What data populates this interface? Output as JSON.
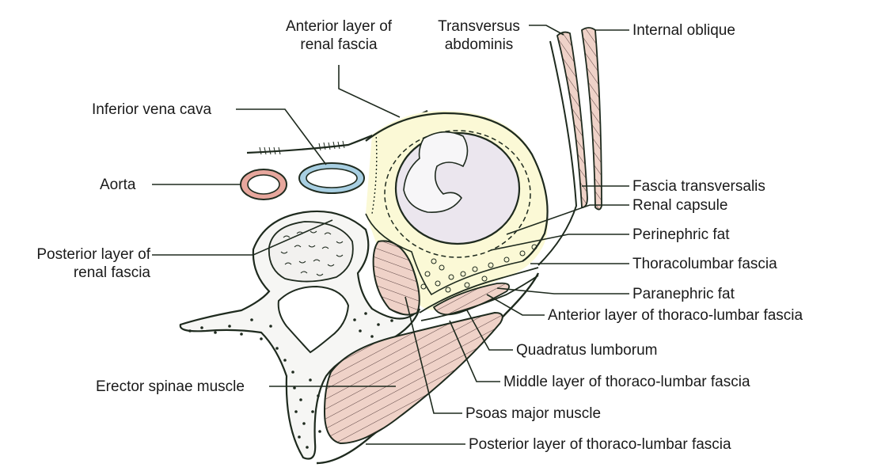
{
  "labels": {
    "anterior_renal_fascia": [
      "Anterior layer of",
      "renal fascia"
    ],
    "transversus": [
      "Transversus",
      "abdominis"
    ],
    "internal_oblique": "Internal oblique",
    "inferior_vena_cava": "Inferior vena cava",
    "aorta": "Aorta",
    "posterior_renal_fascia": [
      "Posterior layer of",
      "renal fascia"
    ],
    "erector_spinae": "Erector spinae muscle",
    "fascia_transversalis": "Fascia transversalis",
    "renal_capsule": "Renal capsule",
    "perinephric_fat": "Perinephric fat",
    "thoracolumbar_fascia": "Thoracolumbar fascia",
    "paranephric_fat": "Paranephric fat",
    "anterior_tl_fascia": "Anterior layer of thoraco-lumbar fascia",
    "quadratus_lumborum": "Quadratus lumborum",
    "middle_tl_fascia": "Middle layer of thoraco-lumbar fascia",
    "psoas_major": "Psoas major muscle",
    "posterior_tl_fascia": "Posterior layer of thoraco-lumbar fascia"
  },
  "colors": {
    "outline": "#1e2a1e",
    "muscle": "#efd2c8",
    "muscle_stripe": "#3a2a2a",
    "fat": "#fbf9d6",
    "kidney": "#ebe6ee",
    "bone": "#f6f6f4",
    "aorta_ring": "#e7a79d",
    "ivc_ring": "#a8cfe2"
  }
}
